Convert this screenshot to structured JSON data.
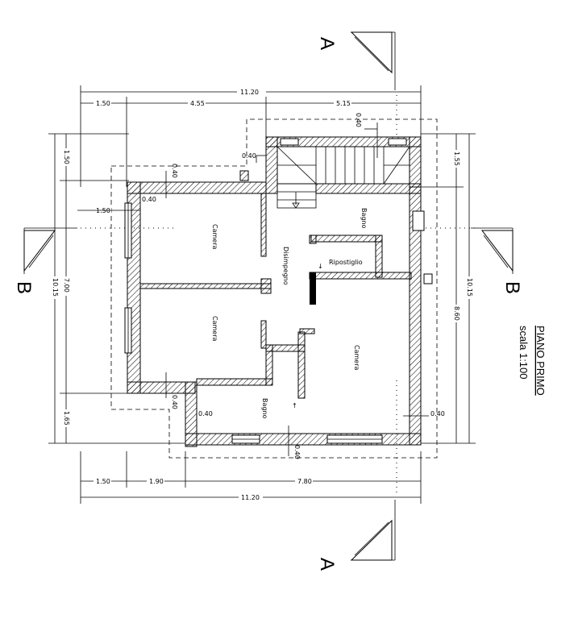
{
  "title": {
    "line1": "PIANO PRIMO",
    "line2": "scala 1:100"
  },
  "sections": {
    "a_top": "A",
    "a_bottom": "A",
    "b_left": "B",
    "b_right": "B"
  },
  "rooms": {
    "camera_1": "Camera",
    "camera_2": "Camera",
    "camera_3": "Camera",
    "bagno_1": "Bagno",
    "bagno_2": "Bagno",
    "disimpegno": "Disimpegno",
    "ripostiglio": "Ripostiglio"
  },
  "dimensions": {
    "top_total": "11.20",
    "top_1": "1.50",
    "top_2": "4.55",
    "top_3": "5.15",
    "bottom_total": "11.20",
    "bottom_1": "1.50",
    "bottom_2": "1.90",
    "bottom_3": "7.80",
    "left_1": "1.50",
    "left_2": "7.00",
    "left_3": "1.65",
    "left_total": "10.15",
    "right_1": "1.55",
    "right_2": "8.60",
    "right_total": "10.15",
    "wall_a": "0.40",
    "wall_b": "0.40",
    "wall_c": "0.40",
    "wall_d": "0.40",
    "wall_e": "0.40",
    "wall_f": "0.40",
    "wall_g": "0.40",
    "wall_h": "0.40",
    "inner_left": "1.50"
  }
}
